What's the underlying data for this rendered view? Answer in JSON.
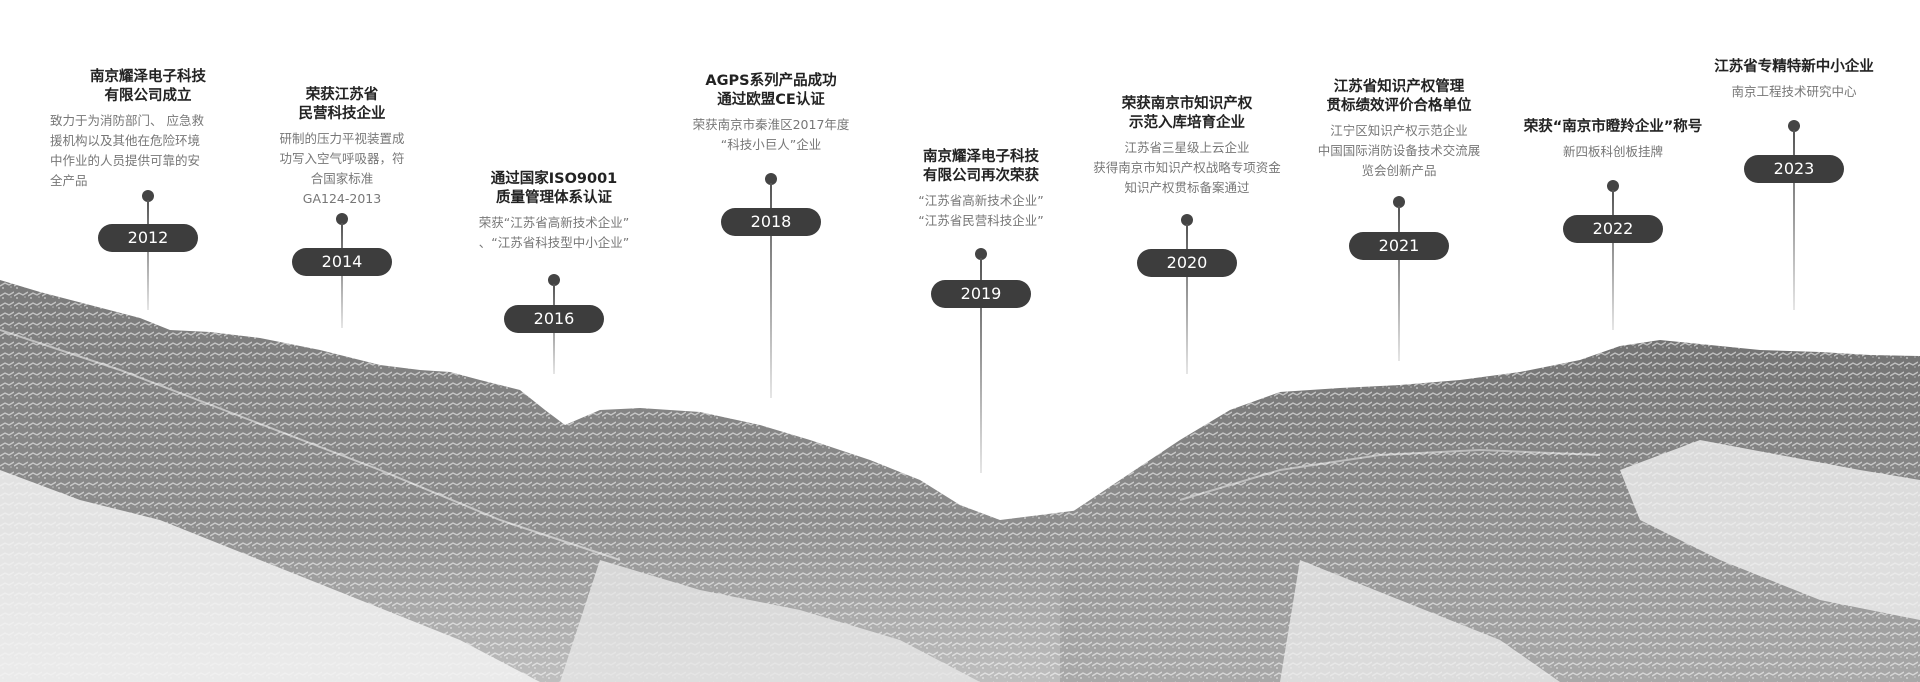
{
  "colors": {
    "mountain_dark": "#6e6e6e",
    "mountain_light": "#bdbdbd",
    "pill": "#3d3d3d",
    "text_title": "#222222",
    "text_desc": "#777777"
  },
  "milestones": [
    {
      "year": "2012",
      "title": "南京耀泽电子科技\n有限公司成立",
      "desc": "致力于为消防部门、 应急救\n援机构以及其他在危险环境\n中作业的人员提供可靠的安\n全产品"
    },
    {
      "year": "2014",
      "title": "荣获江苏省\n民营科技企业",
      "desc": "研制的压力平视装置成\n功写入空气呼吸器，符\n合国家标准\nGA124-2013"
    },
    {
      "year": "2016",
      "title": "通过国家ISO9001\n质量管理体系认证",
      "desc": "荣获“江苏省高新技术企业”\n、“江苏省科技型中小企业”"
    },
    {
      "year": "2018",
      "title": "AGPS系列产品成功\n通过欧盟CE认证",
      "desc": "荣获南京市秦淮区2017年度\n“科技小巨人”企业"
    },
    {
      "year": "2019",
      "title": "南京耀泽电子科技\n有限公司再次荣获",
      "desc": "“江苏省高新技术企业”\n“江苏省民营科技企业”"
    },
    {
      "year": "2020",
      "title": "荣获南京市知识产权\n示范入库培育企业",
      "desc": "江苏省三星级上云企业\n获得南京市知识产权战略专项资金\n知识产权贯标备案通过"
    },
    {
      "year": "2021",
      "title": "江苏省知识产权管理\n贯标绩效评价合格单位",
      "desc": "江宁区知识产权示范企业\n中国国际消防设备技术交流展\n览会创新产品"
    },
    {
      "year": "2022",
      "title": "荣获“南京市瞪羚企业”称号",
      "desc": "新四板科创板挂牌"
    },
    {
      "year": "2023",
      "title": "江苏省专精特新中小企业",
      "desc": "南京工程技术研究中心"
    }
  ]
}
